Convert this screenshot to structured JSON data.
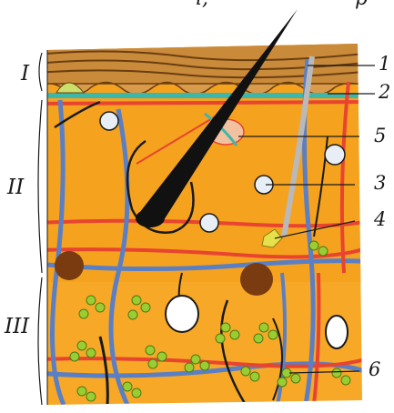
{
  "figure": {
    "subject": "skin cross-section",
    "top_text_left": "i,",
    "top_text_right": "p",
    "layer_labels": [
      "I",
      "II",
      "III"
    ],
    "callout_labels": [
      "1",
      "2",
      "3",
      "4",
      "5",
      "6"
    ],
    "colors": {
      "epidermis": "#c98a3a",
      "dermis": "#f5a623",
      "hypodermis": "#f7a826",
      "vein": "#5b7fc4",
      "artery": "#e8442f",
      "nerve": "#1a1a1a",
      "teal_band": "#3fb7a8",
      "fat_lobule": "#9acd32",
      "hair": "#111111"
    }
  }
}
